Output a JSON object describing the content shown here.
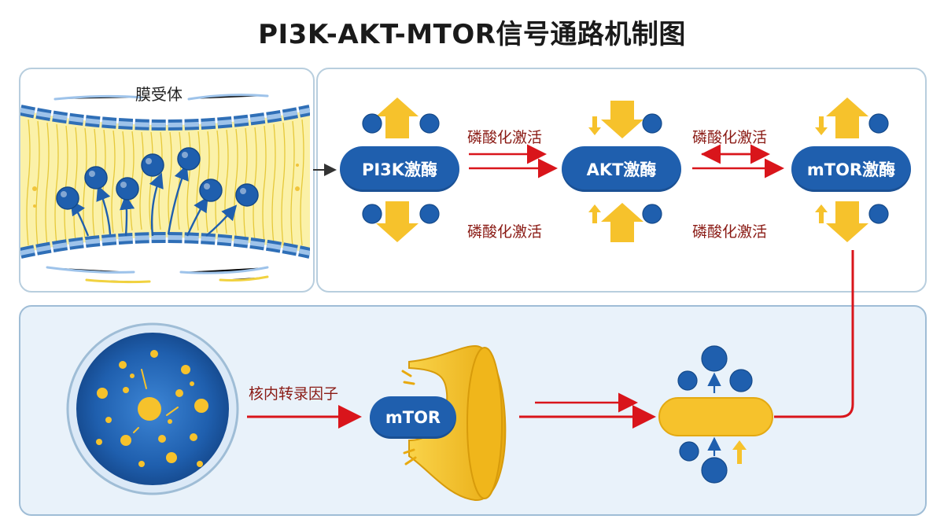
{
  "title": "PI3K-AKT-MTOR信号通路机制图",
  "membrane": {
    "label": "膜受体"
  },
  "kinases": {
    "pi3k": "PI3K激酶",
    "akt": "AKT激酶",
    "mtor": "mTOR激酶"
  },
  "arrow_labels": {
    "top_1": "磷酸化激活",
    "bottom_1": "磷酸化激活",
    "top_2": "磷酸化激活",
    "bottom_2": "磷酸化激活"
  },
  "nucleus": {
    "factor_label": "核内转录因子",
    "mtor_label": "mTOR"
  },
  "colors": {
    "blue": "#1f5fae",
    "yellow": "#f6c22c",
    "red": "#d9151b",
    "panel_border": "#b8cede",
    "panel_fill": "#e9f2fa"
  }
}
